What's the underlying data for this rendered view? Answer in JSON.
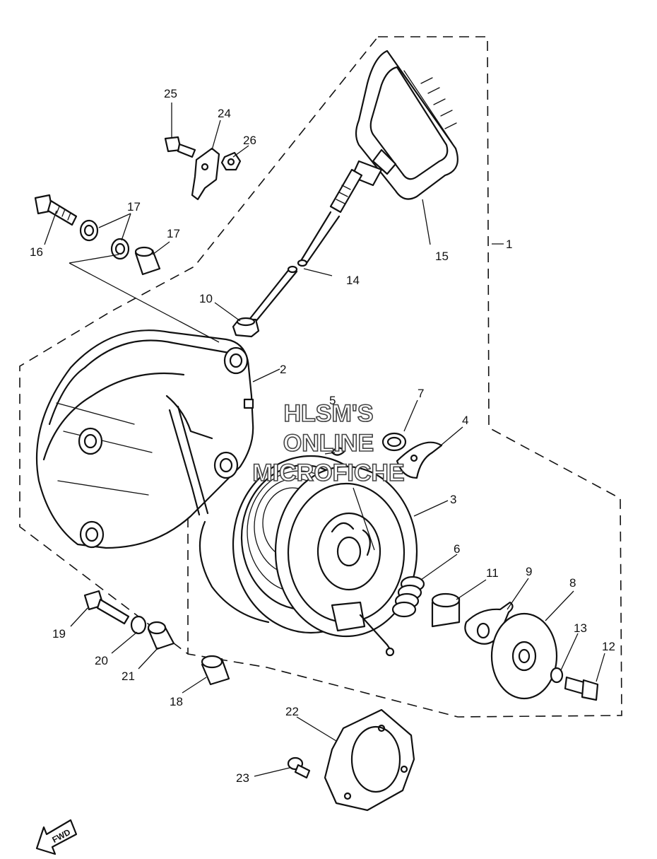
{
  "watermark": {
    "line1": "HLSM'S",
    "line2": "ONLINE",
    "line3": "MICROFICHE"
  },
  "fwd_marker": {
    "text": "FWD"
  },
  "callouts": [
    {
      "id": "c1",
      "text": "1"
    },
    {
      "id": "c2",
      "text": "2"
    },
    {
      "id": "c3",
      "text": "3"
    },
    {
      "id": "c4",
      "text": "4"
    },
    {
      "id": "c5",
      "text": "5"
    },
    {
      "id": "c6",
      "text": "6"
    },
    {
      "id": "c7",
      "text": "7"
    },
    {
      "id": "c8",
      "text": "8"
    },
    {
      "id": "c9",
      "text": "9"
    },
    {
      "id": "c10",
      "text": "10"
    },
    {
      "id": "c11",
      "text": "11"
    },
    {
      "id": "c12",
      "text": "12"
    },
    {
      "id": "c13",
      "text": "13"
    },
    {
      "id": "c14",
      "text": "14"
    },
    {
      "id": "c15",
      "text": "15"
    },
    {
      "id": "c16",
      "text": "16"
    },
    {
      "id": "c17a",
      "text": "17"
    },
    {
      "id": "c17b",
      "text": "17"
    },
    {
      "id": "c18",
      "text": "18"
    },
    {
      "id": "c19",
      "text": "19"
    },
    {
      "id": "c20",
      "text": "20"
    },
    {
      "id": "c21",
      "text": "21"
    },
    {
      "id": "c22",
      "text": "22"
    },
    {
      "id": "c23",
      "text": "23"
    },
    {
      "id": "c24",
      "text": "24"
    },
    {
      "id": "c25",
      "text": "25"
    },
    {
      "id": "c26",
      "text": "26"
    }
  ]
}
